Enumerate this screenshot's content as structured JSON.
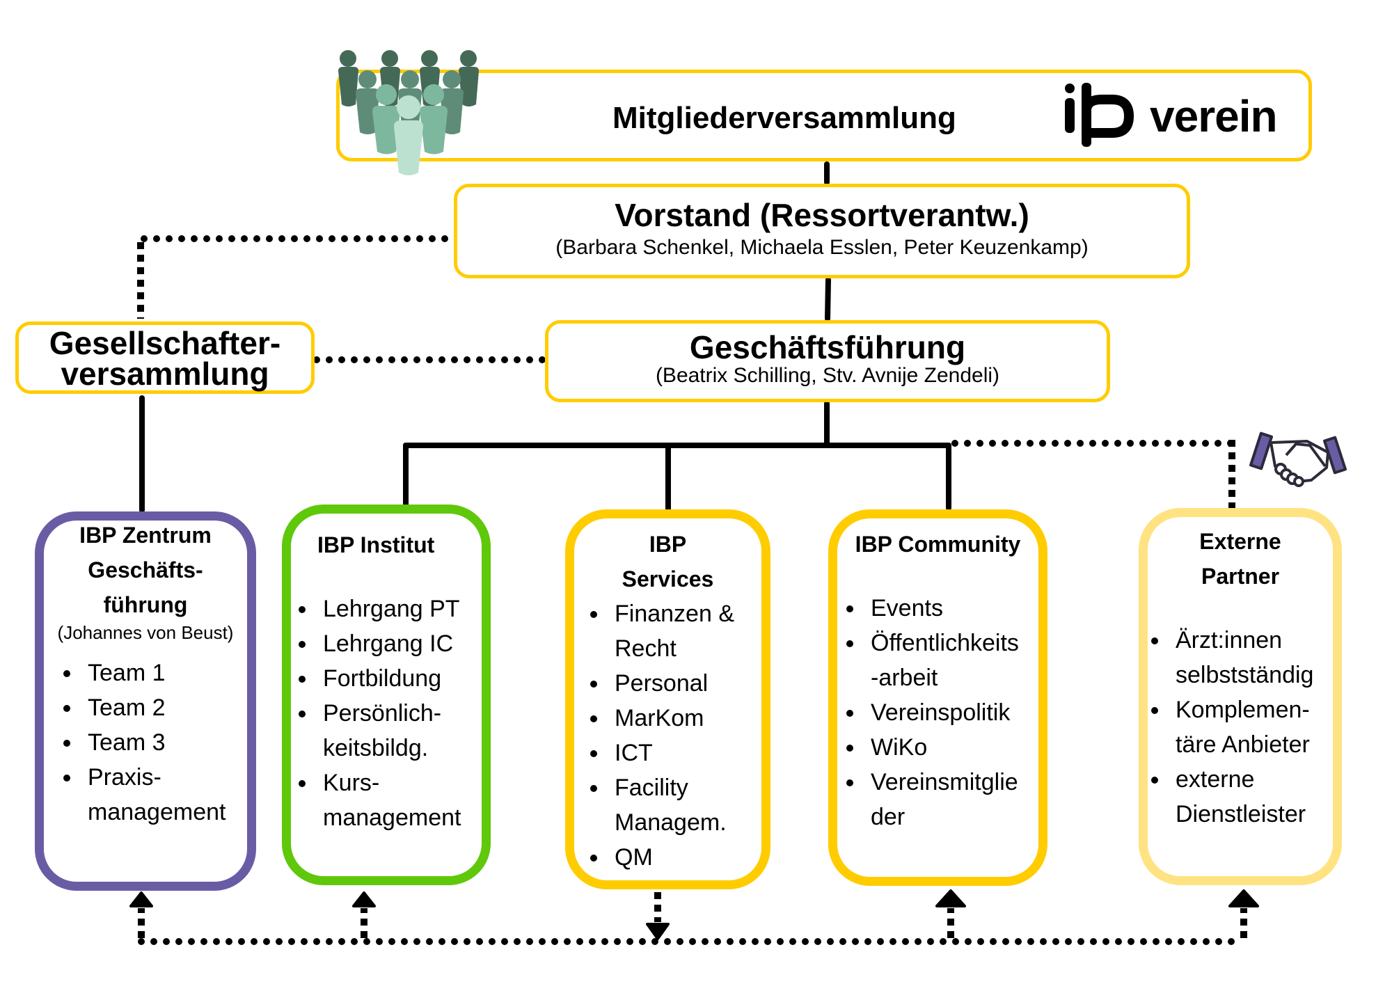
{
  "top": {
    "title": "Mitgliederversammlung",
    "logo_mark": "ibp",
    "logo_text": "verein",
    "icon": "people-group-icon"
  },
  "vorstand": {
    "title": "Vorstand (Ressortverantw.)",
    "members": "(Barbara Schenkel, Michaela Esslen, Peter Keuzenkamp)"
  },
  "geschaeftsfuehrung": {
    "title": "Geschäftsführung",
    "members": "(Beatrix Schilling, Stv. Avnije Zendeli)"
  },
  "gesellschafterversammlung": {
    "line1": "Gesellschafter-",
    "line2": "versammlung"
  },
  "units": {
    "zentrum": {
      "title_lines": [
        "IBP Zentrum",
        "Geschäfts-",
        "führung"
      ],
      "subtitle": "(Johannes von Beust)",
      "items": [
        "Team 1",
        "Team 2",
        "Team 3",
        "Praxis-\nmanagement"
      ],
      "color": "#6A5CA4"
    },
    "institut": {
      "title_lines": [
        "IBP Institut"
      ],
      "items": [
        "Lehrgang PT",
        "Lehrgang IC",
        "Fortbildung",
        "Persönlich-\nkeitsbildg.",
        "Kurs-\nmanagement"
      ],
      "color": "#5FC80A"
    },
    "services": {
      "title_lines": [
        "IBP",
        "Services"
      ],
      "items": [
        "Finanzen &\nRecht",
        "Personal",
        "MarKom",
        "ICT",
        "Facility\nManagem.",
        "QM"
      ],
      "color": "#FFCC00"
    },
    "community": {
      "title_lines": [
        "IBP Community"
      ],
      "items": [
        "Events",
        "Öffentlichkeits\n-arbeit",
        "Vereinspolitik",
        "WiKo",
        "Vereinsmitglie\nder"
      ],
      "color": "#FFCC00"
    },
    "externe": {
      "title_lines": [
        "Externe",
        "Partner"
      ],
      "items": [
        "Ärzt:innen\nselbstständig",
        "Komplemen-\ntäre Anbieter",
        "externe\nDienstleister"
      ],
      "color": "#FFE383"
    }
  },
  "icons": {
    "handshake": "handshake-icon"
  },
  "colors": {
    "accent_yellow": "#FFCC00",
    "purple": "#6A5CA4",
    "green": "#5FC80A",
    "light_yellow": "#FFE383"
  }
}
